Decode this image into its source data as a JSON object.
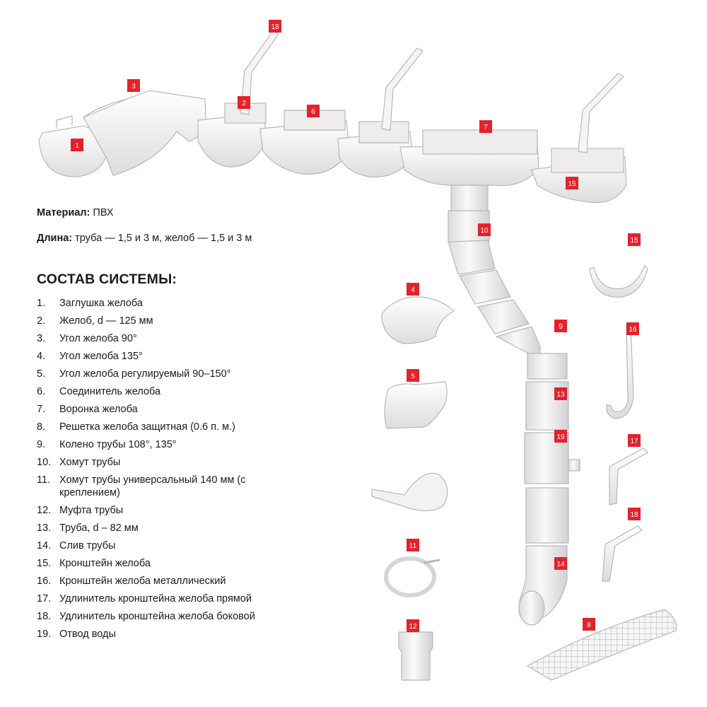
{
  "specs": {
    "material_label": "Материал:",
    "material_value": "ПВХ",
    "length_label": "Длина:",
    "length_value": "труба — 1,5 и 3 м, желоб — 1,5 и 3 м"
  },
  "heading": "СОСТАВ СИСТЕМЫ:",
  "parts": [
    {
      "num": "1.",
      "text": "Заглушка желоба"
    },
    {
      "num": "2.",
      "text": "Желоб, d — 125 мм"
    },
    {
      "num": "3.",
      "text": "Угол желоба 90°"
    },
    {
      "num": "4.",
      "text": "Угол желоба 135°"
    },
    {
      "num": "5.",
      "text": "Угол желоба регулируемый 90–150°"
    },
    {
      "num": "6.",
      "text": "Соединитель желоба"
    },
    {
      "num": "7.",
      "text": "Воронка желоба"
    },
    {
      "num": "8.",
      "text": "Решетка желоба защитная (0.6 п. м.)"
    },
    {
      "num": "9.",
      "text": "Колено трубы 108°, 135°"
    },
    {
      "num": "10.",
      "text": "Хомут трубы"
    },
    {
      "num": "11.",
      "text": "Хомут трубы универсальный 140 мм (с креплением)"
    },
    {
      "num": "12.",
      "text": "Муфта трубы"
    },
    {
      "num": "13.",
      "text": "Труба, d – 82 мм"
    },
    {
      "num": "14.",
      "text": "Слив трубы"
    },
    {
      "num": "15.",
      "text": "Кронштейн желоба"
    },
    {
      "num": "16.",
      "text": "Кронштейн желоба металлический"
    },
    {
      "num": "17.",
      "text": "Удлинитель кронштейна желоба прямой"
    },
    {
      "num": "18.",
      "text": "Удлинитель кронштейна желоба боковой"
    },
    {
      "num": "19.",
      "text": "Отвод воды"
    }
  ],
  "tags": [
    "1",
    "2",
    "3",
    "4",
    "5",
    "6",
    "7",
    "8",
    "9",
    "10",
    "11",
    "12",
    "13",
    "14",
    "15",
    "16",
    "17",
    "18",
    "19"
  ],
  "colors": {
    "tag": "#e3222b",
    "part_fill": "#f3f1f2",
    "part_stroke": "#b9b7b9",
    "text": "#1a1a1a"
  }
}
